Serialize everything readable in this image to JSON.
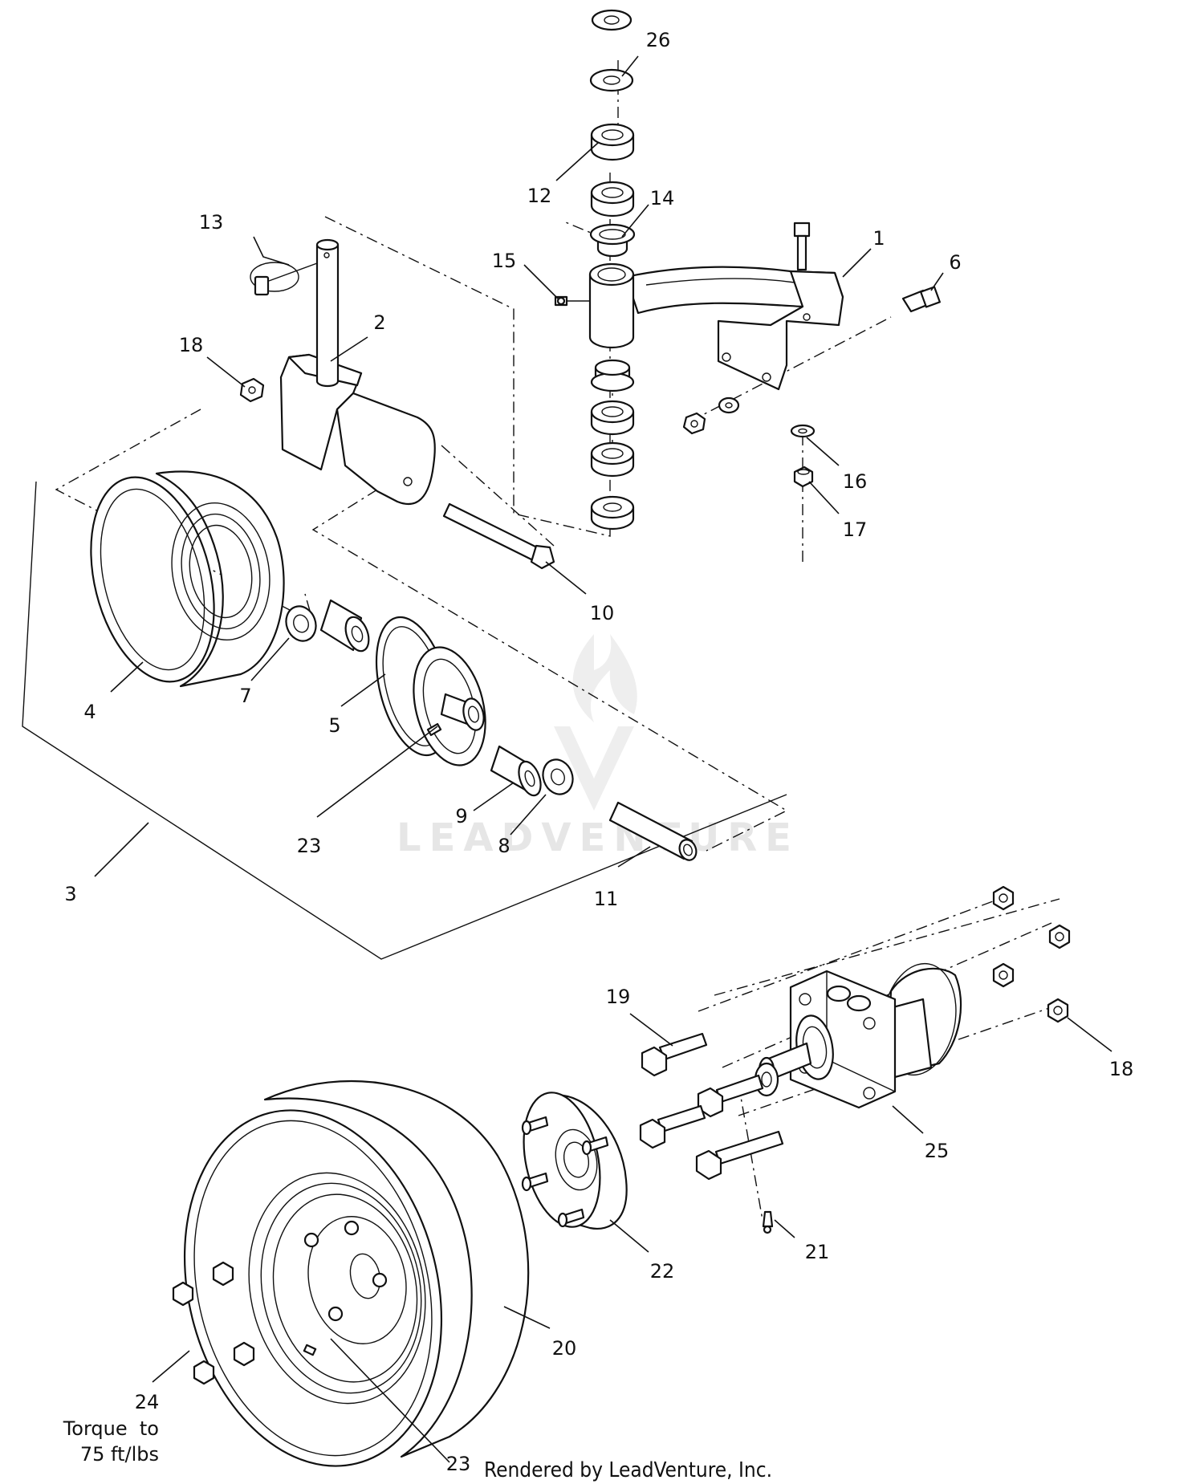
{
  "labels": {
    "p1": "1",
    "p2": "2",
    "p3": "3",
    "p4": "4",
    "p5": "5",
    "p6": "6",
    "p7": "7",
    "p8": "8",
    "p9": "9",
    "p10": "10",
    "p11": "11",
    "p12": "12",
    "p13": "13",
    "p14": "14",
    "p15": "15",
    "p16": "16",
    "p17": "17",
    "p18a": "18",
    "p18b": "18",
    "p19": "19",
    "p20": "20",
    "p21": "21",
    "p22": "22",
    "p23a": "23",
    "p23b": "23",
    "p24": "24",
    "p25": "25",
    "p26": "26"
  },
  "torque_note": {
    "line1": "Torque  to",
    "line2": "75 ft/lbs"
  },
  "footer": {
    "credit": "Rendered by LeadVenture, Inc."
  },
  "watermark": {
    "text": "LEADVENTURE"
  }
}
